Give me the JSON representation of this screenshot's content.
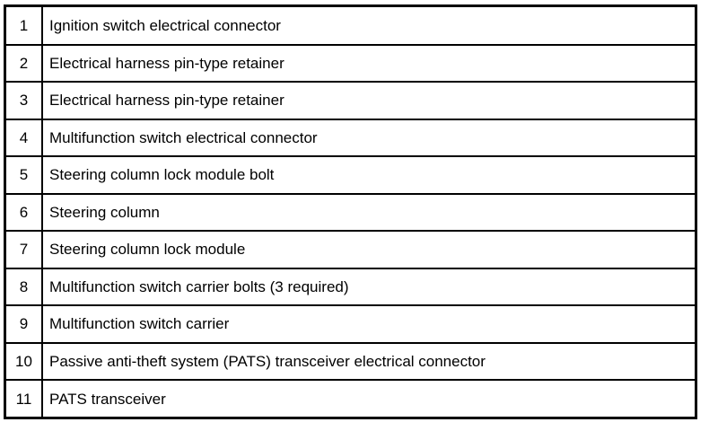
{
  "figure": {
    "type": "parts-legend-table",
    "columns": [
      "item-number",
      "part-description"
    ],
    "row_count": 11,
    "border_color": "#000000",
    "background_color": "#ffffff",
    "text_color": "#000000"
  },
  "rows": [
    {
      "number": "1",
      "description": "Ignition switch electrical connector"
    },
    {
      "number": "2",
      "description": "Electrical harness pin-type retainer"
    },
    {
      "number": "3",
      "description": "Electrical harness pin-type retainer"
    },
    {
      "number": "4",
      "description": "Multifunction switch electrical connector"
    },
    {
      "number": "5",
      "description": "Steering column lock module bolt"
    },
    {
      "number": "6",
      "description": "Steering column"
    },
    {
      "number": "7",
      "description": "Steering column lock module"
    },
    {
      "number": "8",
      "description": "Multifunction switch carrier bolts (3 required)"
    },
    {
      "number": "9",
      "description": "Multifunction switch carrier"
    },
    {
      "number": "10",
      "description": "Passive anti-theft system (PATS) transceiver electrical connector"
    },
    {
      "number": "11",
      "description": "PATS transceiver"
    }
  ]
}
